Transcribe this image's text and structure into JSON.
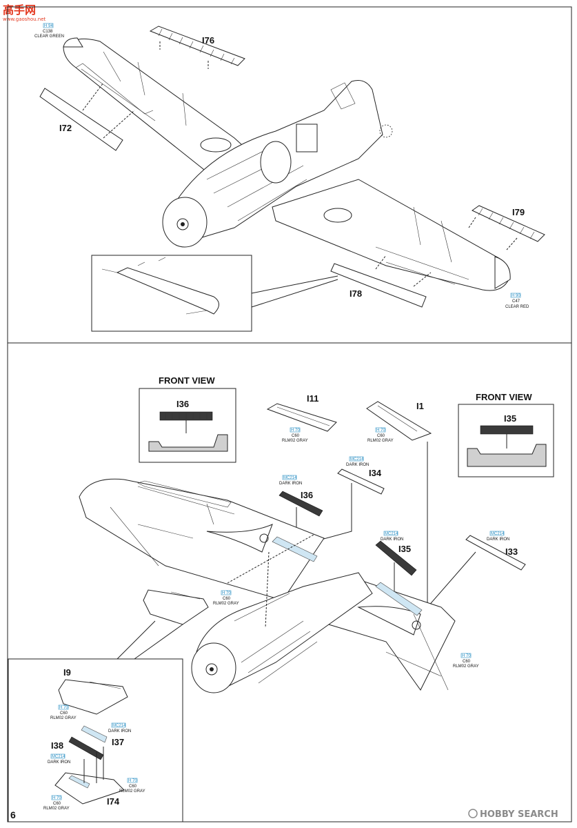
{
  "watermark_top": {
    "chars": "高手网",
    "url": "www.gaoshou.net"
  },
  "watermark_bottom": "HOBBY SEARCH",
  "page_number": "6",
  "top_section": {
    "parts": {
      "i76": "I76",
      "i72": "I72",
      "i79": "I79",
      "i78": "I78"
    },
    "color_callouts": {
      "clear_green": {
        "h": "H 94",
        "c": "C138",
        "name": "CLEAR GREEN"
      },
      "clear_red": {
        "h": "H 90",
        "c": "C47",
        "name": "CLEAR RED"
      }
    }
  },
  "bottom_section": {
    "front_view_left": {
      "title": "FRONT VIEW",
      "part": "I36"
    },
    "front_view_right": {
      "title": "FRONT VIEW",
      "part": "I35"
    },
    "parts": {
      "i11": "I11",
      "i1": "I1",
      "i34": "I34",
      "i36": "I36",
      "i35": "I35",
      "i33": "I33",
      "i9": "I9",
      "i38": "I38",
      "i37": "I37",
      "i74": "I74"
    },
    "color_callouts": {
      "rlm02_i11": {
        "h": "H 70",
        "c": "C60",
        "name": "RLM02 GRAY"
      },
      "rlm02_i1": {
        "h": "H 70",
        "c": "C60",
        "name": "RLM02 GRAY"
      },
      "dark_iron_i34": {
        "mc": "MC214",
        "name": "DARK IRON"
      },
      "dark_iron_i36": {
        "mc": "MC214",
        "name": "DARK IRON"
      },
      "dark_iron_i35": {
        "mc": "MC214",
        "name": "DARK IRON"
      },
      "dark_iron_i33": {
        "mc": "MC214",
        "name": "DARK IRON"
      },
      "rlm02_wing_left": {
        "h": "H 70",
        "c": "C60",
        "name": "RLM02 GRAY"
      },
      "rlm02_wing_right": {
        "h": "H 70",
        "c": "C60",
        "name": "RLM02 GRAY"
      },
      "rlm02_i9": {
        "h": "H 70",
        "c": "C60",
        "name": "RLM02 GRAY"
      },
      "dark_iron_i37": {
        "mc": "MC214",
        "name": "DARK IRON"
      },
      "dark_iron_i38": {
        "mc": "MC214",
        "name": "DARK IRON"
      },
      "rlm02_i74": {
        "h": "H 70",
        "c": "C60",
        "name": "RLM02 GRAY"
      },
      "rlm02_bottom": {
        "h": "H 70",
        "c": "C60",
        "name": "RLM02 GRAY"
      }
    }
  },
  "colors": {
    "callout_blue": "#2a8fc4",
    "masking_blue": "#cfe6f3",
    "dark_iron": "#3a3a3a",
    "watermark_red": "#e4381f"
  }
}
